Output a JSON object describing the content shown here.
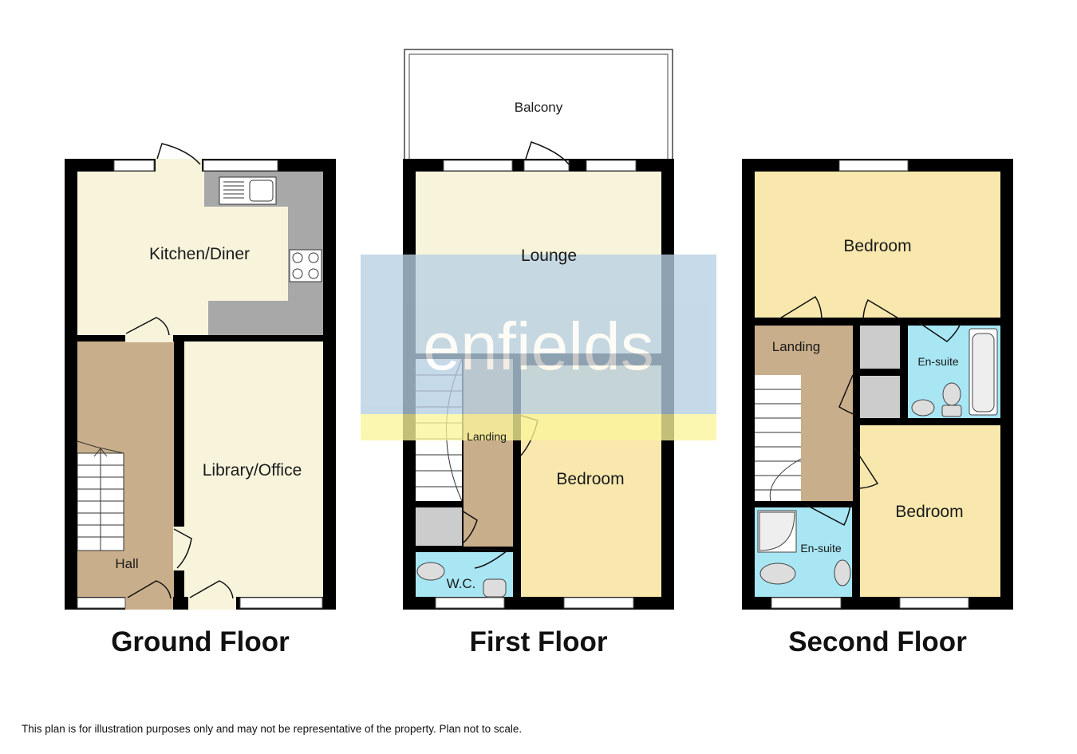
{
  "floors": {
    "ground": {
      "title": "Ground Floor",
      "rooms": {
        "kitchen": "Kitchen/Diner",
        "library": "Library/Office",
        "hall": "Hall"
      }
    },
    "first": {
      "title": "First Floor",
      "rooms": {
        "balcony": "Balcony",
        "lounge": "Lounge",
        "landing": "Landing",
        "bedroom": "Bedroom",
        "wc": "W.C."
      }
    },
    "second": {
      "title": "Second Floor",
      "rooms": {
        "bedroom_top": "Bedroom",
        "landing": "Landing",
        "ensuite_top": "En-suite",
        "bedroom_right": "Bedroom",
        "ensuite_bottom": "En-suite"
      }
    }
  },
  "watermark": {
    "text": "enfields",
    "colors": {
      "blue": "#b7cfe3",
      "yellow": "#fbf59a"
    }
  },
  "colors": {
    "wall": "#000000",
    "living": "#f8f4dc",
    "bedroom": "#f8e8ae",
    "hall": "#c9ae8b",
    "bathroom": "#a8e6f4",
    "fitted": "#a8a8a8",
    "storage": "#cccccc"
  },
  "disclaimer": "This plan is for illustration purposes only and may not be representative of the property. Plan not to scale."
}
